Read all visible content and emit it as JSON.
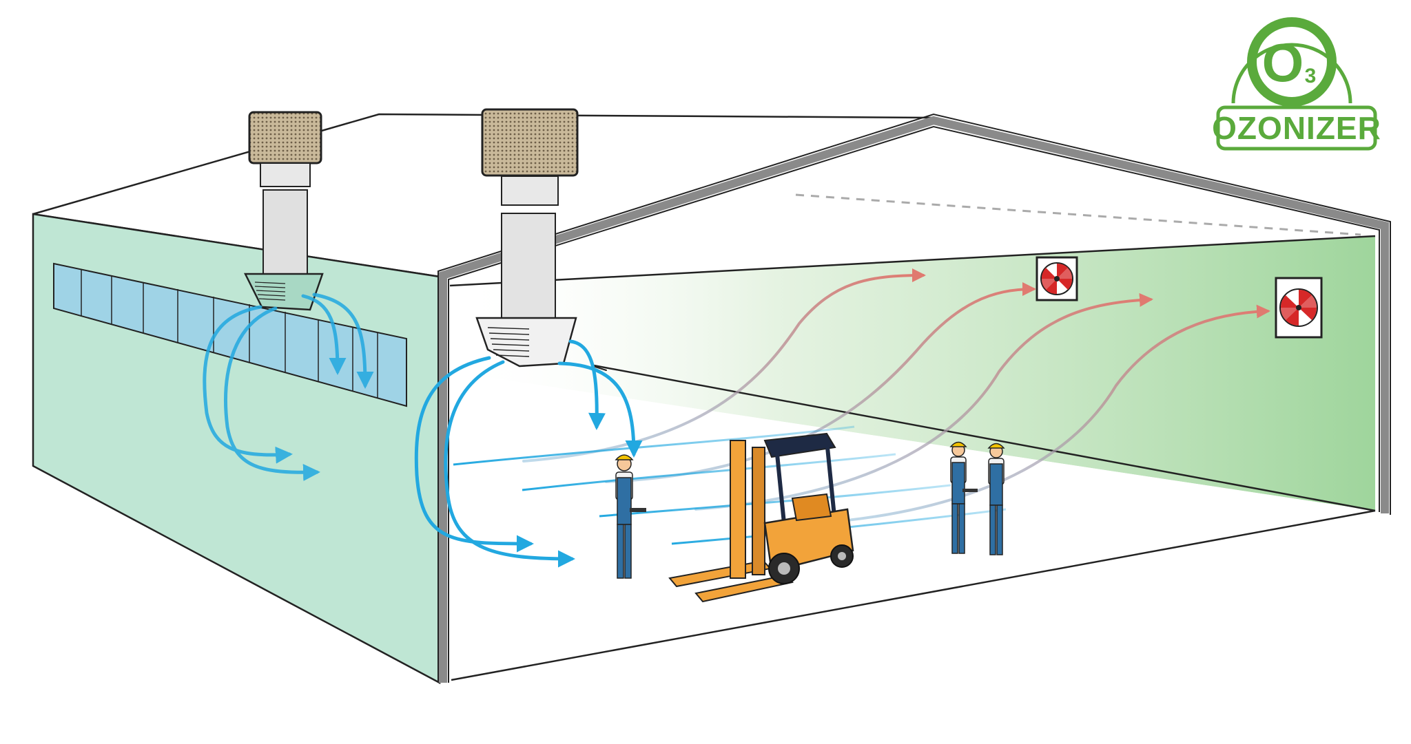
{
  "logo": {
    "main": "O",
    "sub": "3",
    "label": "OZONIZER",
    "color": "#5aaa3c"
  },
  "colors": {
    "wall_green": "#bfe6d4",
    "gradient_green": "#9fd59c",
    "cold_air": "#22a8e0",
    "exhaust_air": "#e07a70",
    "frame_gray": "#8a8a8a",
    "forklift": "#f2a33a"
  },
  "elements": {
    "cooler_units": [
      "evaporative-cooler",
      "evaporative-cooler"
    ],
    "exhaust_fans": [
      "exhaust-fan",
      "exhaust-fan"
    ],
    "workers": [
      "worker",
      "worker",
      "worker"
    ],
    "vehicle": "forklift"
  }
}
